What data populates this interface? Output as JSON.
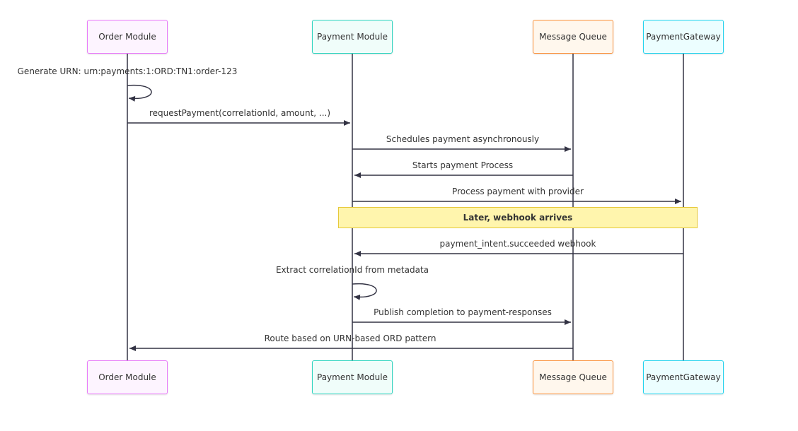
{
  "colors": {
    "line": "#333344",
    "note_bg": "#fff5ad",
    "note_border": "#e6c93a"
  },
  "actors": [
    {
      "id": "order",
      "label": "Order Module",
      "border": "#e879f9",
      "fill": "#fdf4ff"
    },
    {
      "id": "payment",
      "label": "Payment Module",
      "border": "#2dd4bf",
      "fill": "#f0fdfa"
    },
    {
      "id": "queue",
      "label": "Message Queue",
      "border": "#fb923c",
      "fill": "#fff7ed"
    },
    {
      "id": "gateway",
      "label": "PaymentGateway",
      "border": "#22d3ee",
      "fill": "#ecfeff"
    }
  ],
  "messages": [
    {
      "from": "order",
      "to": "order",
      "label": "Generate URN: urn:payments:1:ORD:TN1:order-123"
    },
    {
      "from": "order",
      "to": "payment",
      "label": "requestPayment(correlationId, amount, ...)"
    },
    {
      "from": "payment",
      "to": "queue",
      "label": "Schedules payment asynchronously"
    },
    {
      "from": "queue",
      "to": "payment",
      "label": "Starts payment Process"
    },
    {
      "from": "payment",
      "to": "gateway",
      "label": "Process payment with provider"
    },
    {
      "note": true,
      "label": "Later, webhook arrives"
    },
    {
      "from": "gateway",
      "to": "payment",
      "label": "payment_intent.succeeded webhook"
    },
    {
      "from": "payment",
      "to": "payment",
      "label": "Extract correlationId from metadata"
    },
    {
      "from": "payment",
      "to": "queue",
      "label": "Publish completion to payment-responses"
    },
    {
      "from": "queue",
      "to": "order",
      "label": "Route based on URN-based ORD pattern"
    }
  ]
}
